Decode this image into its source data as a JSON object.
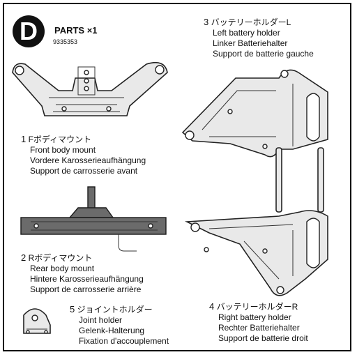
{
  "header": {
    "badge": "D",
    "title": "PARTS ×1",
    "code": "9335353"
  },
  "parts": {
    "p1": {
      "number": "1",
      "name_jp": "Fボディマウント",
      "en": "Front body mount",
      "de": "Vordere Karosserieaufhängung",
      "fr": "Support de carrosserie avant"
    },
    "p2": {
      "number": "2",
      "name_jp": "Rボディマウント",
      "en": "Rear body mount",
      "de": "Hintere Karosserieaufhängung",
      "fr": "Support de carrosserie arrière"
    },
    "p3": {
      "number": "3",
      "name_jp": "バッテリーホルダーL",
      "en": "Left battery holder",
      "de": "Linker Batteriehalter",
      "fr": "Support de batterie gauche"
    },
    "p4": {
      "number": "4",
      "name_jp": "バッテリーホルダーR",
      "en": "Right battery holder",
      "de": "Rechter Batteriehalter",
      "fr": "Support de batterie droit"
    },
    "p5": {
      "number": "5",
      "name_jp": "ジョイントホルダー",
      "en": "Joint holder",
      "de": "Gelenk-Halterung",
      "fr": "Fixation d'accouplement"
    }
  }
}
